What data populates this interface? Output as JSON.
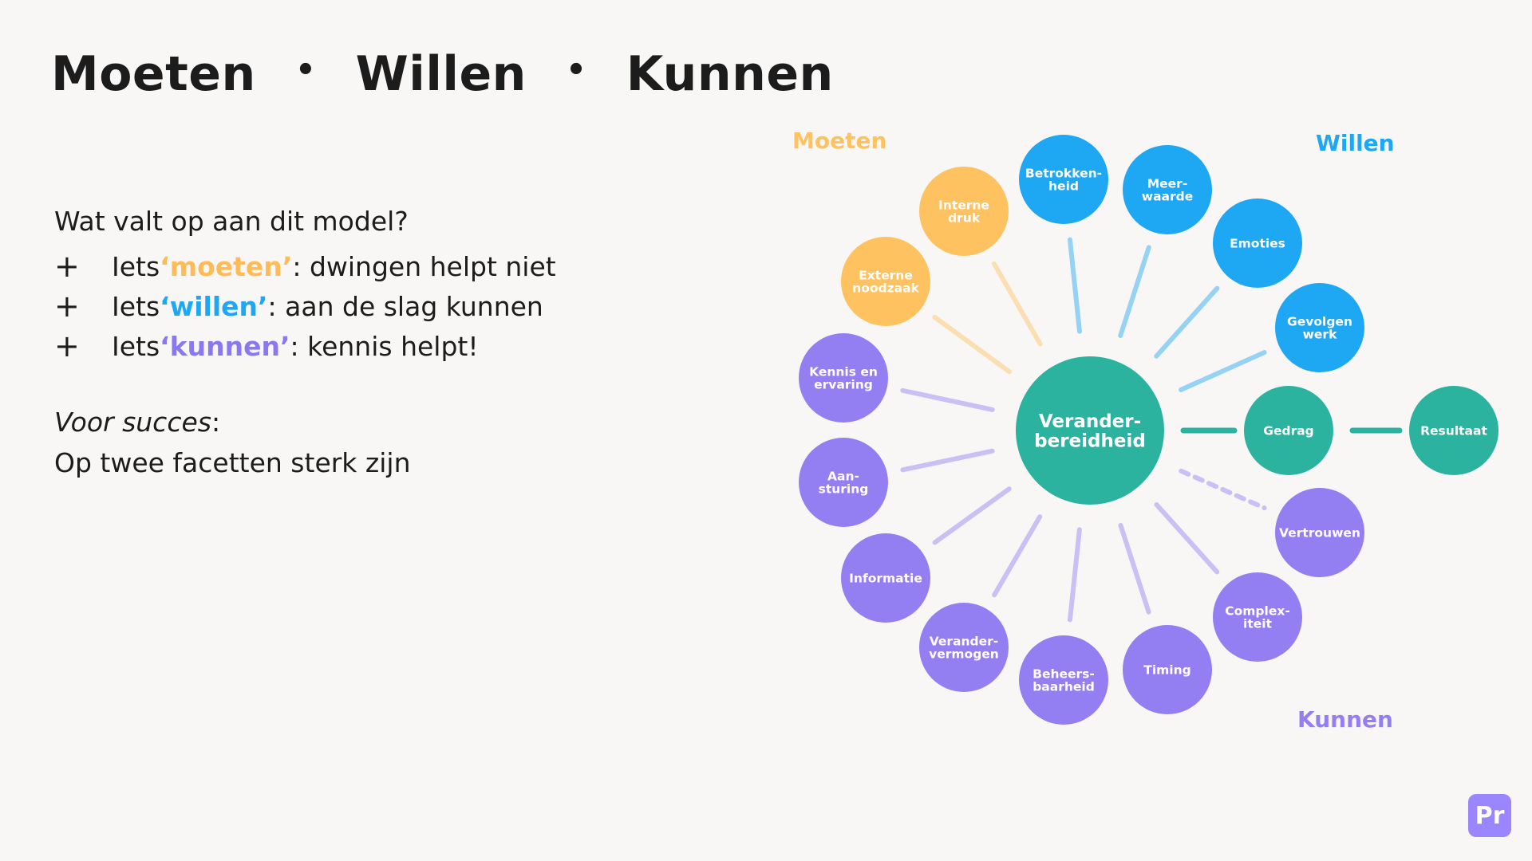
{
  "title": {
    "part1": "Moeten",
    "part2": "Willen",
    "part3": "Kunnen",
    "separator": "•"
  },
  "question": "Wat valt op aan dit model?",
  "bullets": [
    {
      "plus": "+",
      "prefix": "Iets ",
      "keyword": "‘moeten’",
      "suffix": ": dwingen helpt niet",
      "color": "#ffbb55"
    },
    {
      "plus": "+",
      "prefix": "Iets ",
      "keyword": "‘willen’",
      "suffix": ": aan de slag kunnen",
      "color": "#1ea7f2"
    },
    {
      "plus": "+",
      "prefix": "Iets ",
      "keyword": "‘kunnen’",
      "suffix": ": kennis helpt!",
      "color": "#8a78f0"
    }
  ],
  "success": {
    "label": "Voor succes",
    "colon": ":",
    "text": "Op twee facetten sterk zijn"
  },
  "diagram": {
    "colors": {
      "moeten": "#ffc260",
      "willen": "#1ea7f2",
      "kunnen": "#937ff2",
      "center": "#2bb3a0"
    },
    "groups": [
      {
        "id": "moeten",
        "label": "Moeten"
      },
      {
        "id": "willen",
        "label": "Willen"
      },
      {
        "id": "kunnen",
        "label": "Kunnen"
      }
    ],
    "center": {
      "label": [
        "Verander-",
        "bereidheid"
      ]
    },
    "nodes": [
      {
        "id": "interne-druk",
        "group": "moeten",
        "label": [
          "Interne",
          "druk"
        ]
      },
      {
        "id": "externe-noodzaak",
        "group": "moeten",
        "label": [
          "Externe",
          "noodzaak"
        ]
      },
      {
        "id": "betrokkenheid",
        "group": "willen",
        "label": [
          "Betrokken-",
          "heid"
        ]
      },
      {
        "id": "meerwaarde",
        "group": "willen",
        "label": [
          "Meer-",
          "waarde"
        ]
      },
      {
        "id": "emoties",
        "group": "willen",
        "label": [
          "Emoties"
        ]
      },
      {
        "id": "gevolgen-werk",
        "group": "willen",
        "label": [
          "Gevolgen",
          "werk"
        ]
      },
      {
        "id": "kennis-ervaring",
        "group": "kunnen",
        "label": [
          "Kennis en",
          "ervaring"
        ]
      },
      {
        "id": "aansturing",
        "group": "kunnen",
        "label": [
          "Aan-",
          "sturing"
        ]
      },
      {
        "id": "informatie",
        "group": "kunnen",
        "label": [
          "Informatie"
        ]
      },
      {
        "id": "verandervermogen",
        "group": "kunnen",
        "label": [
          "Verander-",
          "vermogen"
        ]
      },
      {
        "id": "beheersbaarheid",
        "group": "kunnen",
        "label": [
          "Beheers-",
          "baarheid"
        ]
      },
      {
        "id": "timing",
        "group": "kunnen",
        "label": [
          "Timing"
        ]
      },
      {
        "id": "complexiteit",
        "group": "kunnen",
        "label": [
          "Complex-",
          "iteit"
        ]
      },
      {
        "id": "vertrouwen",
        "group": "kunnen",
        "label": [
          "Vertrouwen"
        ]
      },
      {
        "id": "gedrag",
        "group": "center",
        "label": [
          "Gedrag"
        ]
      },
      {
        "id": "resultaat",
        "group": "center",
        "label": [
          "Resultaat"
        ]
      }
    ],
    "edges": [
      {
        "from": "center",
        "to": "interne-druk",
        "style": "solid"
      },
      {
        "from": "center",
        "to": "externe-noodzaak",
        "style": "solid"
      },
      {
        "from": "center",
        "to": "betrokkenheid",
        "style": "solid"
      },
      {
        "from": "center",
        "to": "meerwaarde",
        "style": "solid"
      },
      {
        "from": "center",
        "to": "emoties",
        "style": "solid"
      },
      {
        "from": "center",
        "to": "gevolgen-werk",
        "style": "solid"
      },
      {
        "from": "center",
        "to": "kennis-ervaring",
        "style": "solid"
      },
      {
        "from": "center",
        "to": "aansturing",
        "style": "solid"
      },
      {
        "from": "center",
        "to": "informatie",
        "style": "solid"
      },
      {
        "from": "center",
        "to": "verandervermogen",
        "style": "solid"
      },
      {
        "from": "center",
        "to": "beheersbaarheid",
        "style": "solid"
      },
      {
        "from": "center",
        "to": "timing",
        "style": "solid"
      },
      {
        "from": "center",
        "to": "complexiteit",
        "style": "solid"
      },
      {
        "from": "center",
        "to": "vertrouwen",
        "style": "dashed"
      },
      {
        "from": "center",
        "to": "gedrag",
        "style": "strong"
      },
      {
        "from": "gedrag",
        "to": "resultaat",
        "style": "strong"
      }
    ]
  },
  "logo": "Pr"
}
